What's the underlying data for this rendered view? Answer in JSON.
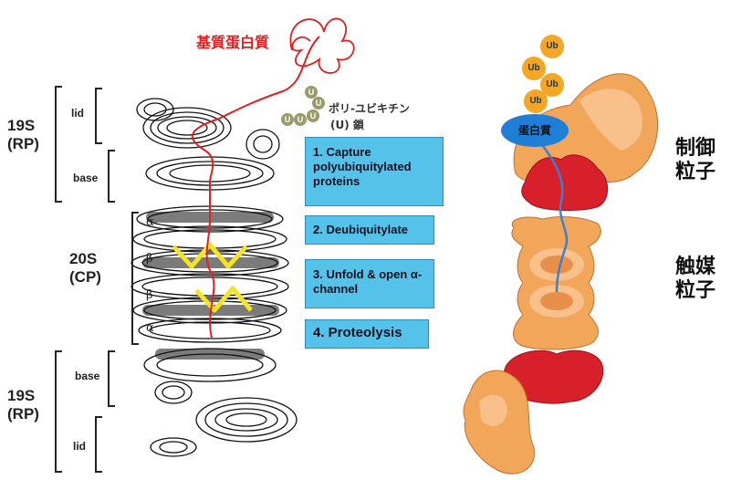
{
  "left_labels": {
    "top_rp": "19S\n(RP)",
    "top_lid": "lid",
    "top_base": "base",
    "cp": "20S\n(CP)",
    "alpha1": "α",
    "beta1": "β",
    "beta2": "β",
    "alpha2": "α",
    "bottom_base": "base",
    "bottom_rp": "19S\n(RP)",
    "bottom_lid": "lid"
  },
  "substrate_label": "基質蛋白質",
  "polyub_label_line1": "ポリ-ユビキチン",
  "polyub_label_line2": "(U) 鎖",
  "u_bead": "U",
  "steps": [
    "1. Capture polyubiquitylated proteins",
    "2. Deubiquitylate",
    "3. Unfold & open α-channel",
    "4. Proteolysis"
  ],
  "right": {
    "ub_label": "Ub",
    "protein_label": "蛋白質",
    "regulatory_label_line1": "制御",
    "regulatory_label_line2": "粒子",
    "catalytic_label_line1": "触媒",
    "catalytic_label_line2": "粒子"
  },
  "colors": {
    "substrate_red": "#e02020",
    "ubiquitin_orange": "#f5a623",
    "step_box": "#55c2ea",
    "protein_blue": "#1f7fd6",
    "rp_red": "#d8202a",
    "cp_orange": "#f2a65a",
    "yellow_marker": "#f4e421"
  }
}
